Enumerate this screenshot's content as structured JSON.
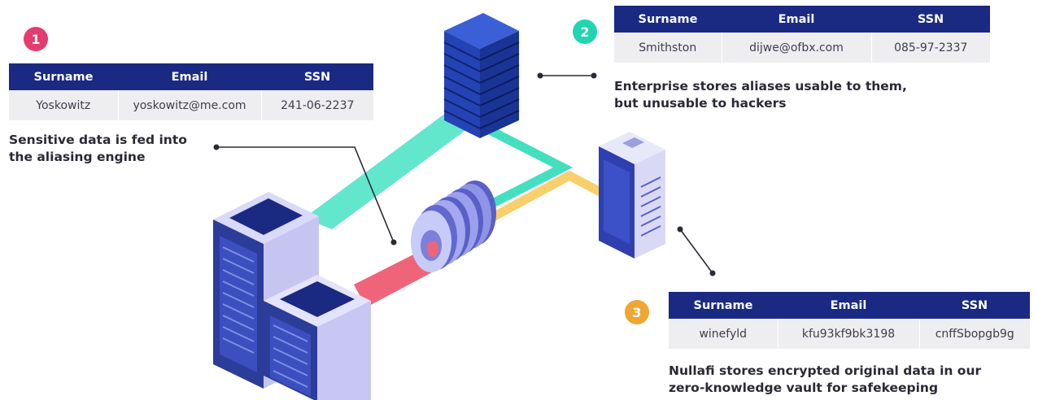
{
  "steps": [
    {
      "number": "1",
      "color": "#e43c6e"
    },
    {
      "number": "2",
      "color": "#1fd6b0"
    },
    {
      "number": "3",
      "color": "#f0a632"
    }
  ],
  "table_headers": [
    "Surname",
    "Email",
    "SSN"
  ],
  "table1": {
    "surname": "Yoskowitz",
    "email": "yoskowitz@me.com",
    "ssn": "241-06-2237"
  },
  "table2": {
    "surname": "Smithston",
    "email": "dijwe@ofbx.com",
    "ssn": "085-97-2337"
  },
  "table3": {
    "surname": "winefyld",
    "email": "kfu93kf9bk3198",
    "ssn": "cnffSbopgb9g"
  },
  "captions": {
    "sensitive_line1": "Sensitive data is fed into",
    "sensitive_line2": "the aliasing engine",
    "enterprise_line1": "Enterprise stores aliases usable to them,",
    "enterprise_line2": "but unusable to hackers",
    "nullafi_line1": "Nullafi stores encrypted original data in our",
    "nullafi_line2": "zero-knowledge vault for safekeeping"
  },
  "colors": {
    "header_navy": "#1a2a82",
    "cell_gray": "#eeeef1",
    "pink_stream": "#f06479",
    "teal_stream": "#3ee0bf",
    "yellow_stream": "#f8cf6a",
    "server_lavender": "#c8c7f4",
    "rack_blue": "#1d3ea8"
  }
}
